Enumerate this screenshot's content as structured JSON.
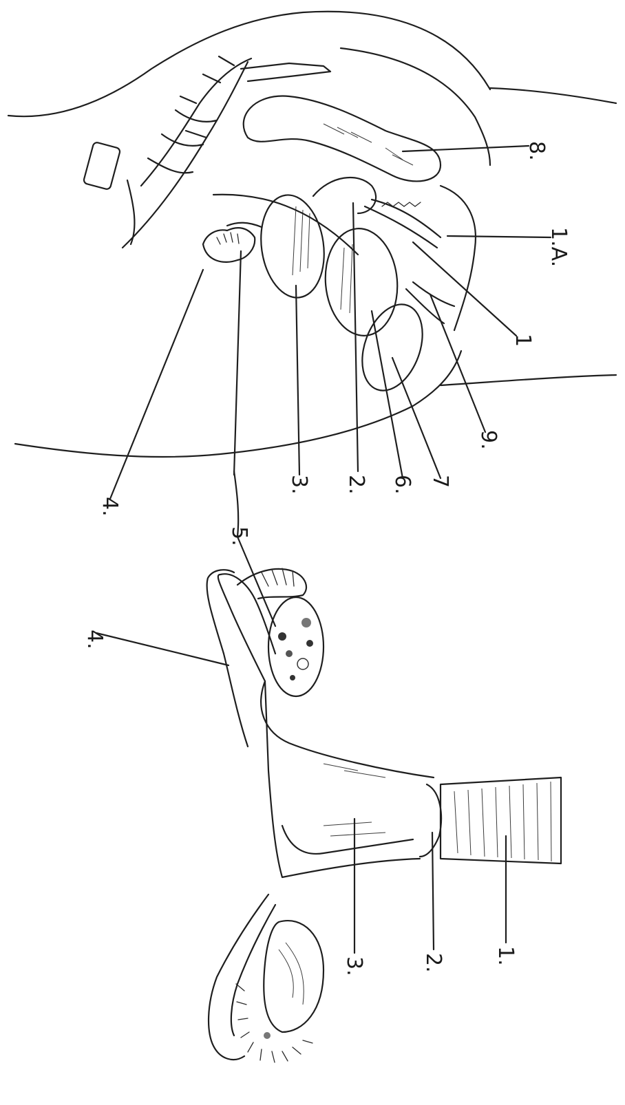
{
  "top_diagram": {
    "labels": [
      "8.",
      "1.A.",
      "1",
      "9.",
      "7",
      "6.",
      "2.",
      "3.",
      "4."
    ]
  },
  "bottom_diagram": {
    "labels": [
      "5.",
      "4.",
      "3.",
      "2.",
      "1."
    ]
  }
}
